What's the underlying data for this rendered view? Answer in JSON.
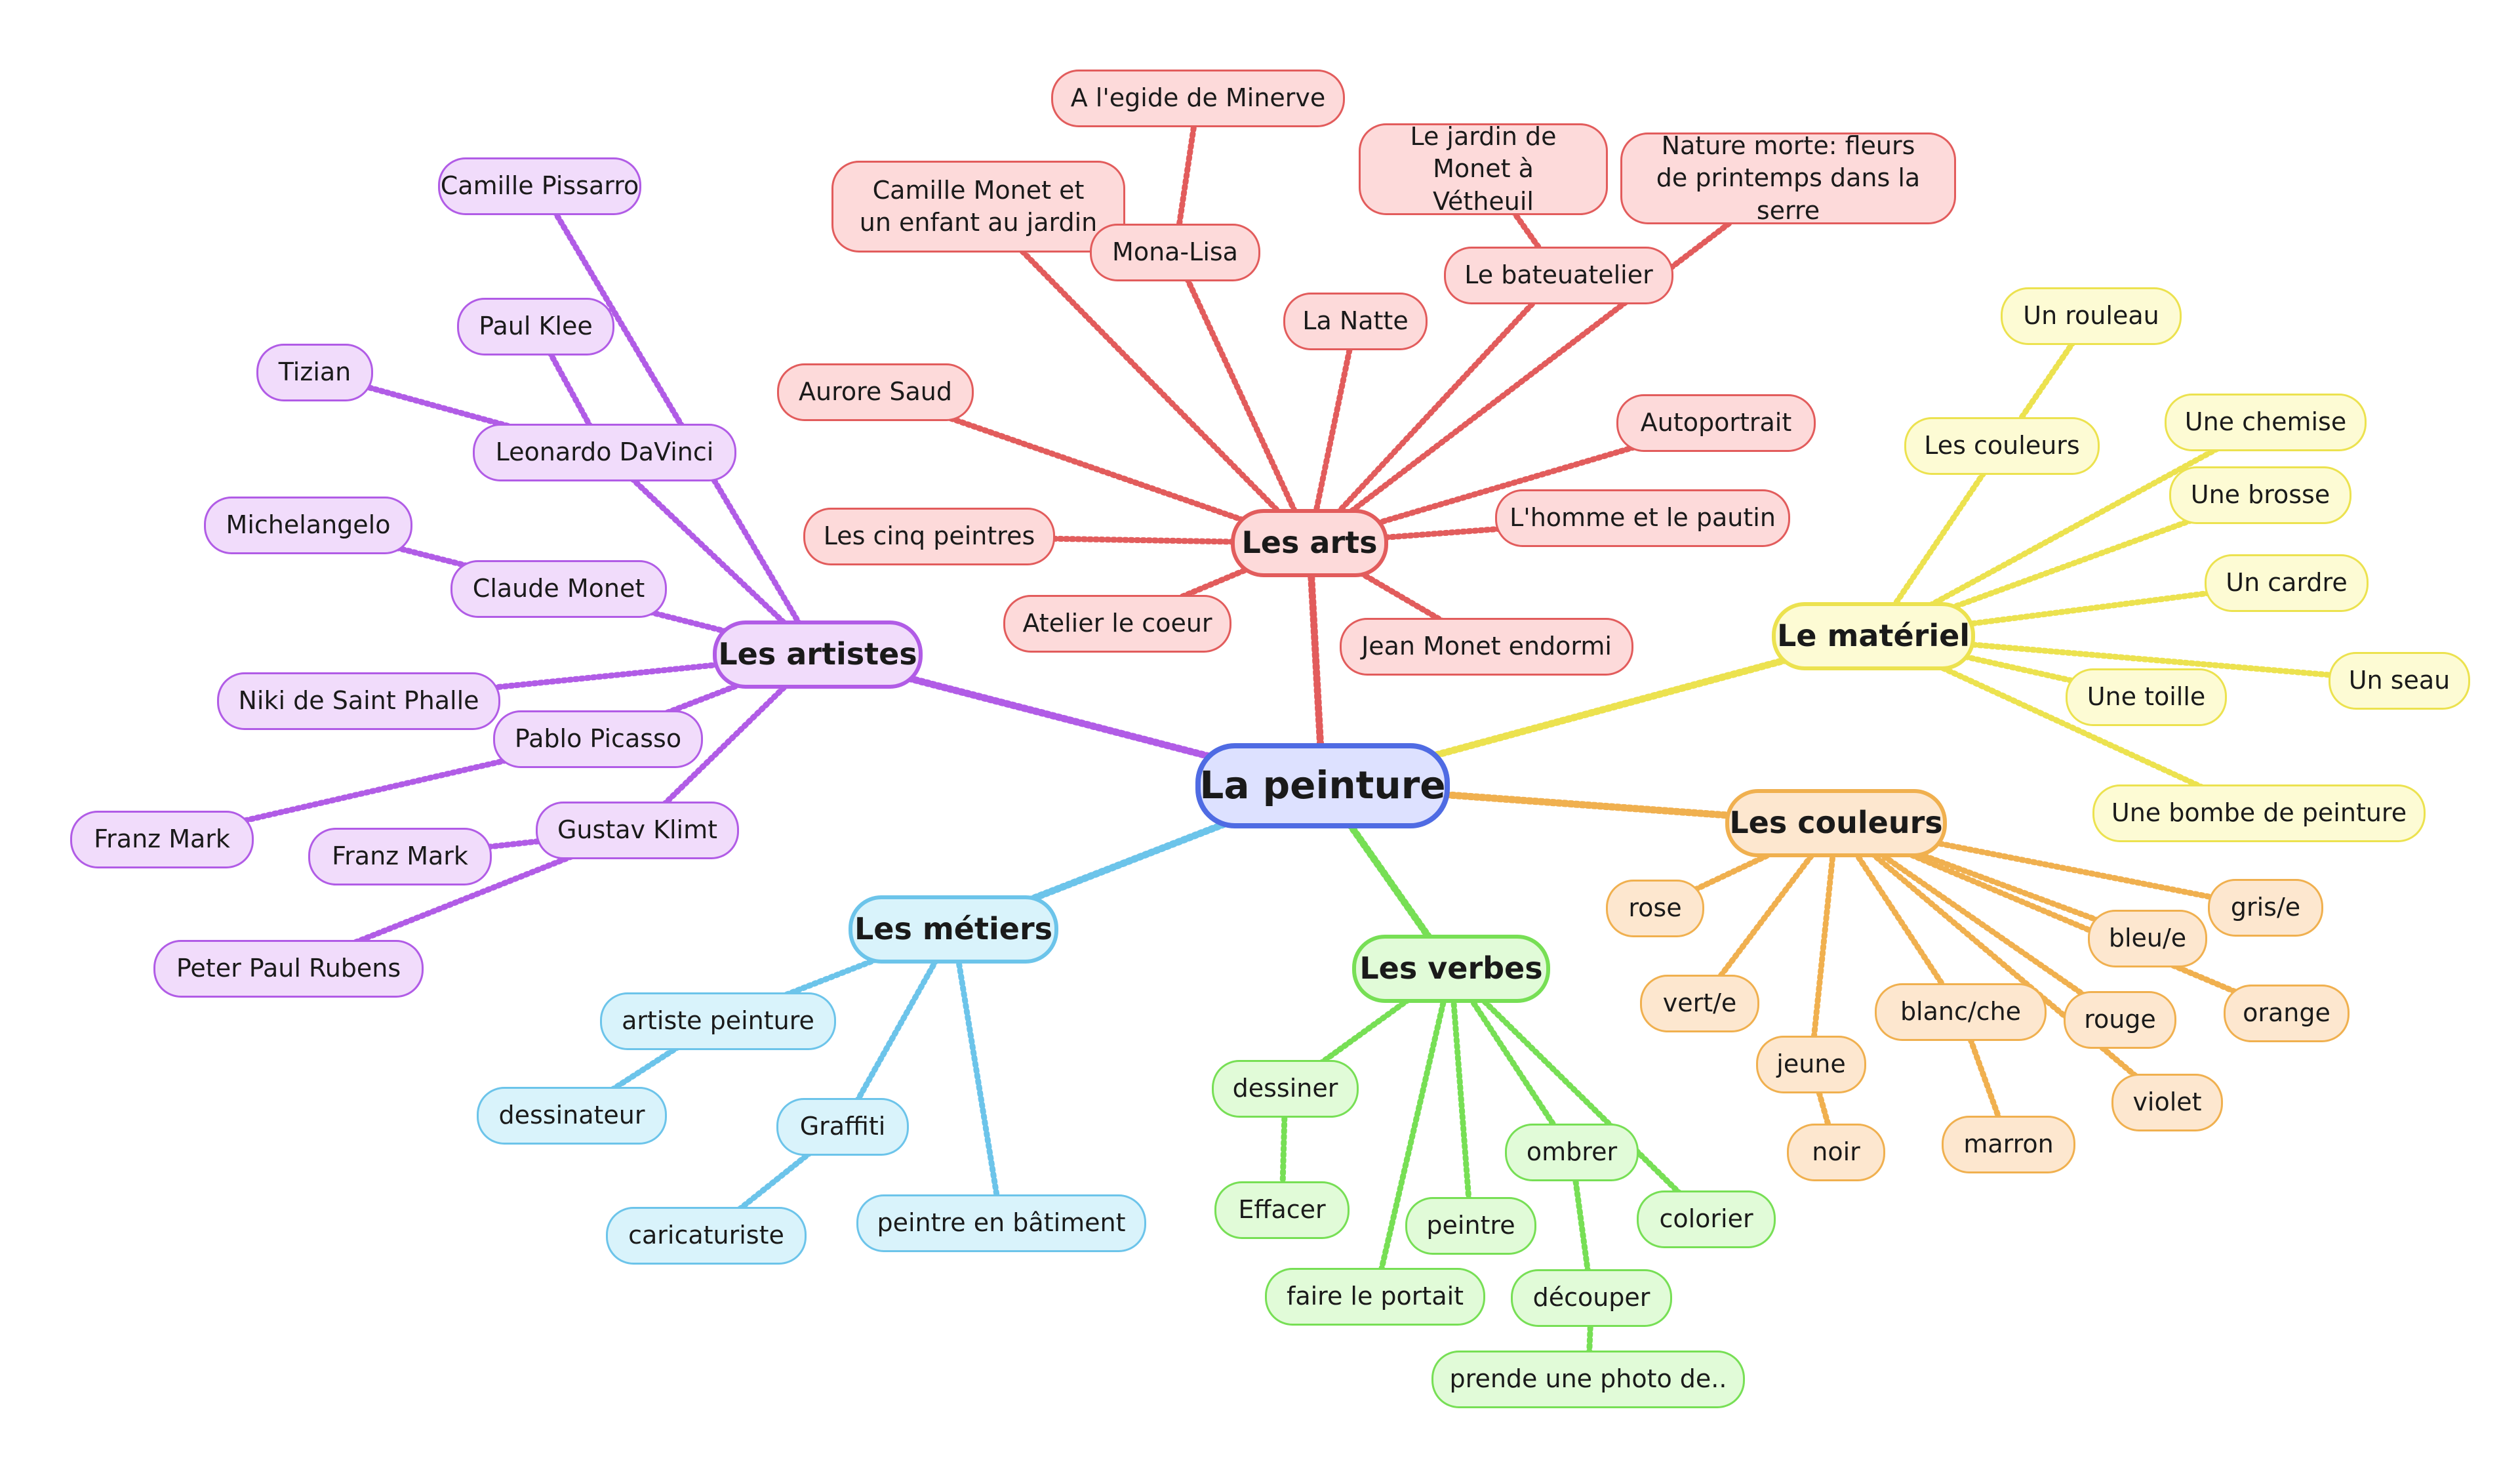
{
  "center": {
    "label": "La peinture",
    "fill": "#dde1ff",
    "border": "#4f6be3"
  },
  "branches": [
    {
      "id": "arts",
      "label": "Les arts",
      "color": "#e25c5c",
      "fill": "#fddada",
      "items": [
        "A l'egide de Minerve",
        "Camille Monet et un enfant au jardin",
        "Mona-Lisa",
        "Le jardin de Monet à Vétheuil",
        "Nature morte: fleurs de printemps dans la serre",
        "Le bateuatelier",
        "La Natte",
        "Aurore Saud",
        "Autoportrait",
        "L'homme et le pautin",
        "Les cinq peintres",
        "Atelier le coeur",
        "Jean Monet endormi"
      ]
    },
    {
      "id": "artistes",
      "label": "Les artistes",
      "color": "#b15ce6",
      "fill": "#f1dcfb",
      "items": [
        "Camille Pissarro",
        "Paul Klee",
        "Tizian",
        "Leonardo DaVinci",
        "Michelangelo",
        "Claude Monet",
        "Niki de Saint Phalle",
        "Pablo Picasso",
        "Franz Mark",
        "Franz Mark",
        "Gustav Klimt",
        "Peter Paul Rubens"
      ]
    },
    {
      "id": "materiel",
      "label": "Le matériel",
      "color": "#ece24f",
      "fill": "#fdfbd4",
      "items": [
        "Un rouleau",
        "Les couleurs",
        "Une chemise",
        "Une brosse",
        "Un cardre",
        "Un seau",
        "Une toille",
        "Une bombe de peinture"
      ]
    },
    {
      "id": "couleurs",
      "label": "Les couleurs",
      "color": "#f0b04f",
      "fill": "#fde7cf",
      "items": [
        "rose",
        "vert/e",
        "jeune",
        "noir",
        "blanc/che",
        "marron",
        "rouge",
        "violet",
        "bleu/e",
        "gris/e",
        "orange"
      ]
    },
    {
      "id": "metiers",
      "label": "Les métiers",
      "color": "#6cc4ea",
      "fill": "#d9f3fb",
      "items": [
        "artiste peinture",
        "dessinateur",
        "Graffiti",
        "caricaturiste",
        "peintre en bâtiment"
      ]
    },
    {
      "id": "verbes",
      "label": "Les verbes",
      "color": "#77df55",
      "fill": "#e1fbd8",
      "items": [
        "dessiner",
        "Effacer",
        "faire le portait",
        "peintre",
        "ombrer",
        "découper",
        "prende une photo de..",
        "colorier"
      ]
    }
  ]
}
